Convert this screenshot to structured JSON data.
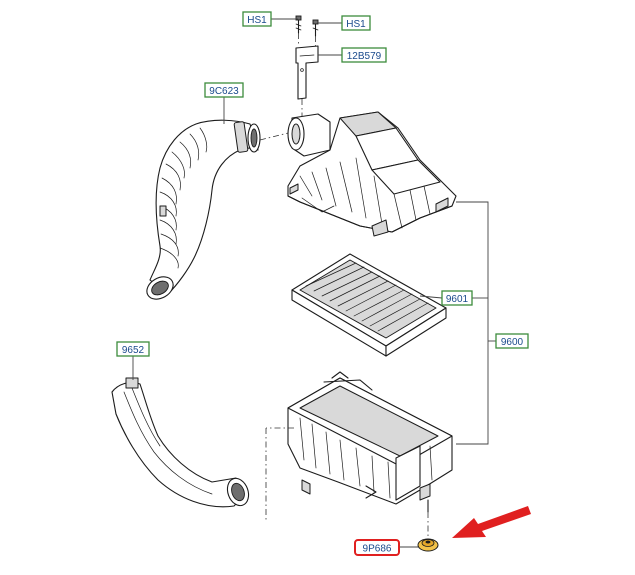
{
  "callouts": {
    "hs1_left": "HS1",
    "hs1_right": "HS1",
    "bracket": "12B579",
    "intake_hose": "9C623",
    "filter_element": "9601",
    "air_cleaner_assembly": "9600",
    "air_duct": "9652",
    "grommet": "9P686"
  },
  "highlight": {
    "part": "9P686",
    "box_color": "#e02020",
    "arrow_color": "#e02020"
  },
  "colors": {
    "callout_border": "#3c8c3c",
    "callout_text": "#1a4a8c"
  }
}
